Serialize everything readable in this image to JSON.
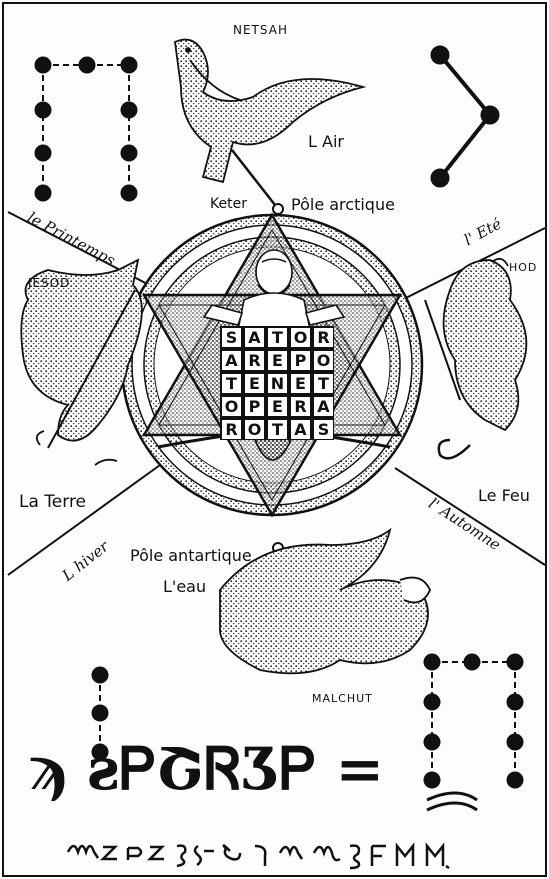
{
  "labels": {
    "netsah": "NETSAH",
    "air": "L Air",
    "keter": "Keter",
    "pole_arctique": "Pôle arctique",
    "printemps": "le Printemps",
    "ete": "l' Eté",
    "jesod": "JESOD",
    "hod": "HOD",
    "la_terre": "La Terre",
    "le_feu": "Le Feu",
    "hiver": "L hiver",
    "automne": "l' Automne",
    "pole_antartique": "Pôle antartique",
    "eau": "L'eau",
    "malchut": "MALCHUT"
  },
  "sator_square": [
    [
      "S",
      "A",
      "T",
      "O",
      "R"
    ],
    [
      "A",
      "R",
      "E",
      "P",
      "O"
    ],
    [
      "T",
      "E",
      "N",
      "E",
      "T"
    ],
    [
      "O",
      "P",
      "E",
      "R",
      "A"
    ],
    [
      "R",
      "O",
      "T",
      "A",
      "S"
    ]
  ],
  "bottom_script": {
    "line1": "ϡ ƨᏢՇᏒӠᏢ ="
  }
}
